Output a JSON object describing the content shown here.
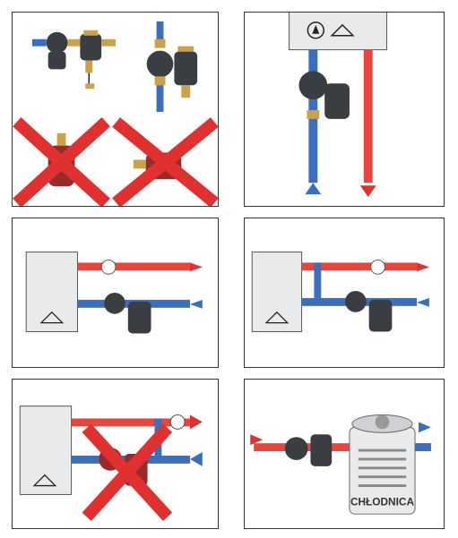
{
  "panels": [
    {
      "id": "orientation",
      "allowed": 2,
      "forbidden": 2
    },
    {
      "id": "vertical-install"
    },
    {
      "id": "return-pipe-install"
    },
    {
      "id": "return-pipe-install-2"
    },
    {
      "id": "forbidden-inverted"
    },
    {
      "id": "cooler-install",
      "label": "CHŁODNICA"
    }
  ],
  "colors": {
    "supply": "#e8453c",
    "return": "#3a6fbf",
    "cross": "#e03030",
    "filter_body": "#3a3d42",
    "brass": "#c9a24a",
    "boiler": "#e9eaec"
  }
}
